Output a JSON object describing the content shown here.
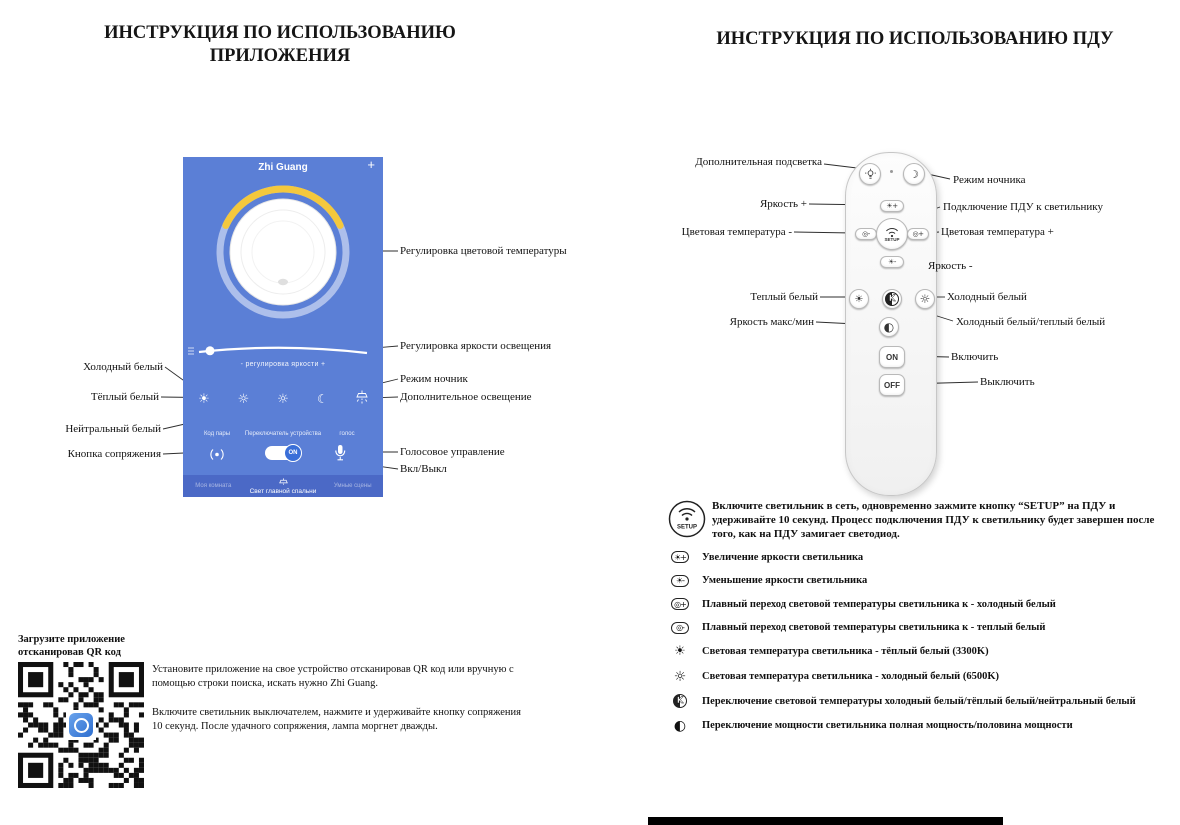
{
  "colors": {
    "app_background": "#5b7fd6",
    "app_nav_bar": "#4b69c6",
    "dial_accent": "#f4c83d",
    "toggle_on": "#3a6fd8",
    "footer_bar": "#000000"
  },
  "left": {
    "title_line1": "ИНСТРУКЦИЯ ПО ИСПОЛЬЗОВАНИЮ",
    "title_line2": "ПРИЛОЖЕНИЯ",
    "app": {
      "header": "Zhi Guang",
      "add": "+",
      "brightness_slider": "- регулировка яркости +",
      "pair_code": "Код пары",
      "device_switch": "Переключатель устройства",
      "voice": "голос",
      "on": "ON",
      "nav_left": "Моя комната",
      "nav_center": "Свет главной спальни",
      "nav_right": "Умные сцены",
      "glyphs": {
        "cold": "☀",
        "warm": "☼",
        "neutral": "☼",
        "moon": "☾"
      }
    },
    "callouts": {
      "color_temp": "Регулировка цветовой температуры",
      "brightness": "Регулировка яркости освещения",
      "night_mode": "Режим ночник",
      "extra_light": "Дополнительное освещение",
      "voice_control": "Голосовое управление",
      "on_off": "Вкл/Выкл",
      "cold_white": "Холодный белый",
      "warm_white": "Тёплый белый",
      "neutral_white": "Нейтральный белый",
      "pairing": "Кнопка сопряжения"
    },
    "qr_caption": "Загрузите приложение отсканировав QR код",
    "install_text": "Установите приложение на свое устройство отсканировав QR код или вручную с помощью строки поиска, искать нужно Zhi Guang.",
    "pairing_text": "Включите светильник выключателем, нажмите и удерживайте кнопку сопряжения 10 секунд. После удачного сопряжения, лампа моргнет дважды."
  },
  "right": {
    "title": "ИНСТРУКЦИЯ ПО ИСПОЛЬЗОВАНИЮ ПДУ",
    "remote": {
      "setup": "SETUP",
      "on": "ON",
      "off": "OFF",
      "glyphs": {
        "night": "☽",
        "brightness_plus": "☀+",
        "brightness_minus": "☀-",
        "temp_plus": "◎+",
        "temp_minus": "◎-",
        "warm": "☀",
        "cold": "☼",
        "k": "K",
        "half": "◐"
      }
    },
    "callouts": {
      "backlight": "Дополнительная подсветка",
      "night": "Режим ночника",
      "brightness_plus": "Яркость +",
      "pairing": "Подключение ПДУ к светильнику",
      "temp_minus": "Цветовая температура -",
      "temp_plus": "Цветовая температура +",
      "brightness_minus": "Яркость -",
      "warm": "Теплый белый",
      "cold": "Холодный белый",
      "brightness_maxmin": "Яркость макс/мин",
      "cold_warm": "Холодный белый/теплый белый",
      "turn_on": "Включить",
      "turn_off": "Выключить"
    },
    "setup_label": "SETUP",
    "setup_note": "Включите светильник в сеть, одновременно зажмите кнопку “SETUP” на ПДУ и удерживайте 10 секунд. Процесс подключения ПДУ к светильнику будет завершен после того, как на ПДУ замигает светодиод.",
    "legend": [
      {
        "icon": "brightness-plus-icon",
        "glyph": "☀+",
        "text": "Увеличение яркости светильника"
      },
      {
        "icon": "brightness-minus-icon",
        "glyph": "☀-",
        "text": "Уменьшение яркости светильника"
      },
      {
        "icon": "temp-to-cold-icon",
        "glyph": "◎+",
        "text": "Плавный переход световой температуры светильника к - холодный белый"
      },
      {
        "icon": "temp-to-warm-icon",
        "glyph": "◎-",
        "text": "Плавный переход световой температуры светильника к - теплый белый"
      },
      {
        "icon": "warm-sun-icon",
        "glyph": "☀",
        "text": "Световая температура светильника - тёплый белый (3300K)"
      },
      {
        "icon": "cold-sun-icon",
        "glyph": "☼",
        "text": "Световая температура светильника - холодный белый (6500K)"
      },
      {
        "icon": "k-toggle-icon",
        "glyph": "K",
        "text": "Переключение световой температуры холодный белый/тёплый белый/нейтральный белый"
      },
      {
        "icon": "half-power-icon",
        "glyph": "◐",
        "text": "Переключение мощности светильника полная мощность/половина мощности"
      }
    ]
  }
}
